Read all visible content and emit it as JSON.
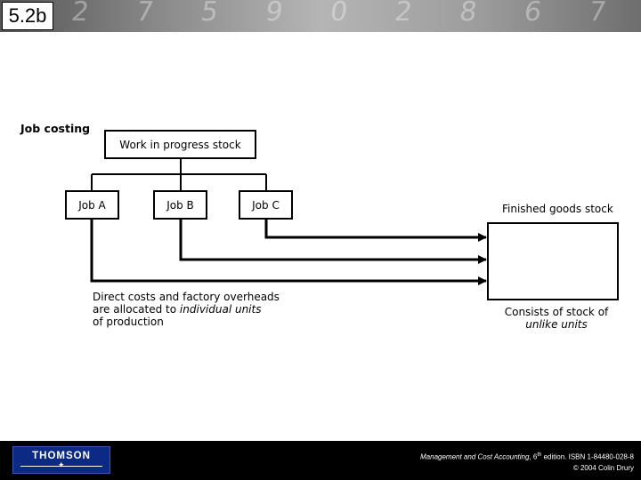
{
  "header": {
    "slide_number": "5.2b"
  },
  "diagram": {
    "title": "Job costing",
    "wip_box": "Work in progress stock",
    "jobs": [
      "Job A",
      "Job B",
      "Job C"
    ],
    "finished_goods_label": "Finished goods stock",
    "direct_costs_line1": "Direct costs and factory overheads",
    "direct_costs_line2_prefix": "are allocated to ",
    "direct_costs_line2_italic": "individual units",
    "direct_costs_line3": "of production",
    "consists_line1": "Consists of stock of",
    "consists_line2": "unlike units"
  },
  "footer": {
    "logo_text": "THOMSON",
    "book_title": "Management and Cost Accounting",
    "edition_prefix": ", 6",
    "edition_sup": "th",
    "edition_suffix": " edition. ISBN 1-84480-028-8",
    "copyright": "© 2004 Colin Drury"
  }
}
